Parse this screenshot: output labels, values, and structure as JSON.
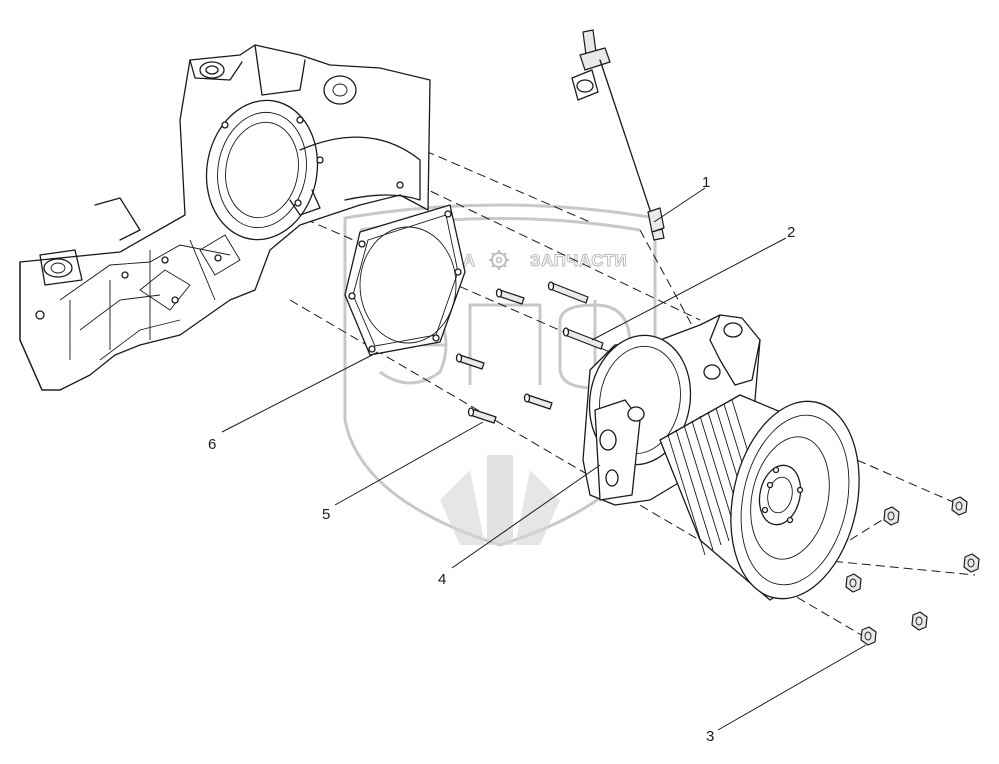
{
  "watermark": {
    "left_text": "ТЕХНИКА",
    "right_text": "ЗАПЧАСТИ",
    "logo_icon": "gear-icon",
    "emblem": "shield-with-wheat"
  },
  "callouts": [
    {
      "number": "1",
      "part": "engine-speed-sensor-cable"
    },
    {
      "number": "2",
      "part": "stud-long"
    },
    {
      "number": "3",
      "part": "flange-nut"
    },
    {
      "number": "4",
      "part": "water-pump-with-pulley"
    },
    {
      "number": "5",
      "part": "stud-short"
    },
    {
      "number": "6",
      "part": "gasket"
    }
  ]
}
